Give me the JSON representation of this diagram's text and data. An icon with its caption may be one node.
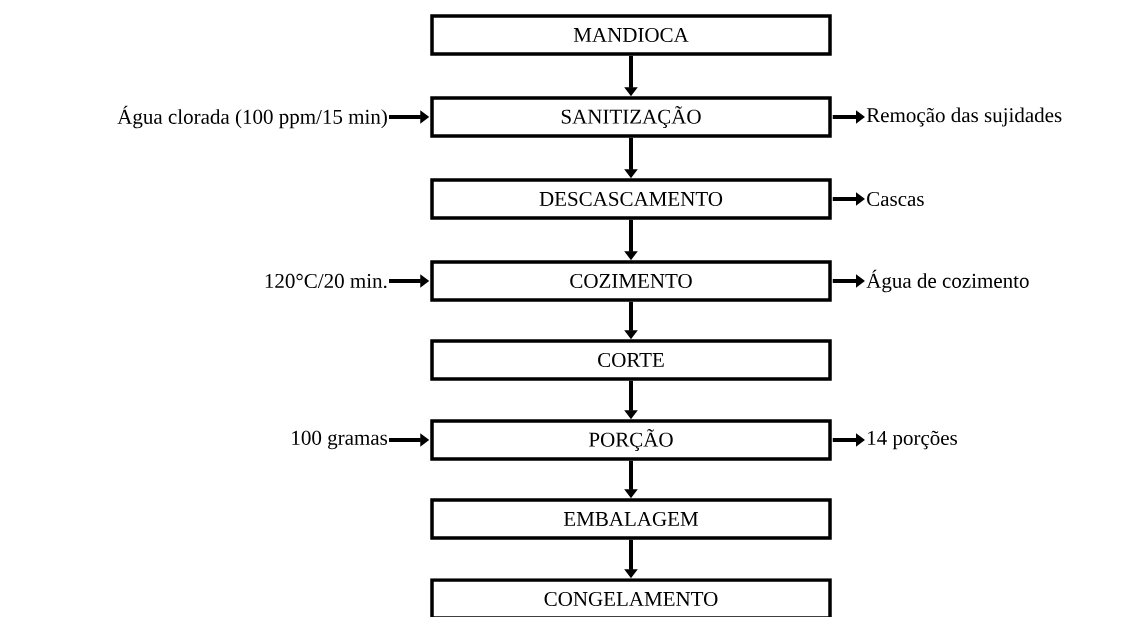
{
  "diagram": {
    "nodes": [
      {
        "text": [
          "MANDIOCA"
        ]
      },
      {
        "text": [
          "Água clorada (100 ppm/15 min)"
        ]
      },
      {
        "text": [
          "SANITIZAÇÃO"
        ]
      },
      {
        "text": [
          "Remoção das sujidades"
        ]
      },
      {
        "text": [
          "DESCASCAMENTO"
        ]
      },
      {
        "text": [
          "Cascas"
        ]
      },
      {
        "text": [
          "120°C/20 min."
        ]
      },
      {
        "text": [
          "COZIMENTO"
        ]
      },
      {
        "text": [
          "Água de cozimento"
        ]
      },
      {
        "text": [
          "CORTE"
        ]
      },
      {
        "text": [
          "100 gramas"
        ]
      },
      {
        "text": [
          "PORÇÃO"
        ]
      },
      {
        "text": [
          "14 porções"
        ]
      },
      {
        "text": [
          "EMBALAGEM"
        ]
      },
      {
        "text": [
          "CONGELAMENTO"
        ]
      }
    ],
    "edges": [
      {
        "from": 0,
        "to": 2,
        "arrow": "to"
      },
      {
        "from": 1,
        "to": 2,
        "arrow": "to"
      },
      {
        "from": 2,
        "to": 3,
        "arrow": "to"
      },
      {
        "from": 2,
        "to": 4,
        "arrow": "to"
      },
      {
        "from": 4,
        "to": 5,
        "arrow": "to"
      },
      {
        "from": 4,
        "to": 7,
        "arrow": "to"
      },
      {
        "from": 6,
        "to": 7,
        "arrow": "to"
      },
      {
        "from": 7,
        "to": 8,
        "arrow": "to"
      },
      {
        "from": 7,
        "to": 9,
        "arrow": "to"
      },
      {
        "from": 9,
        "to": 11,
        "arrow": "to"
      },
      {
        "from": 10,
        "to": 11,
        "arrow": "to"
      },
      {
        "from": 11,
        "to": 12,
        "arrow": "to"
      },
      {
        "from": 11,
        "to": 13,
        "arrow": "to"
      },
      {
        "from": 13,
        "to": 14,
        "arrow": "to"
      }
    ]
  }
}
